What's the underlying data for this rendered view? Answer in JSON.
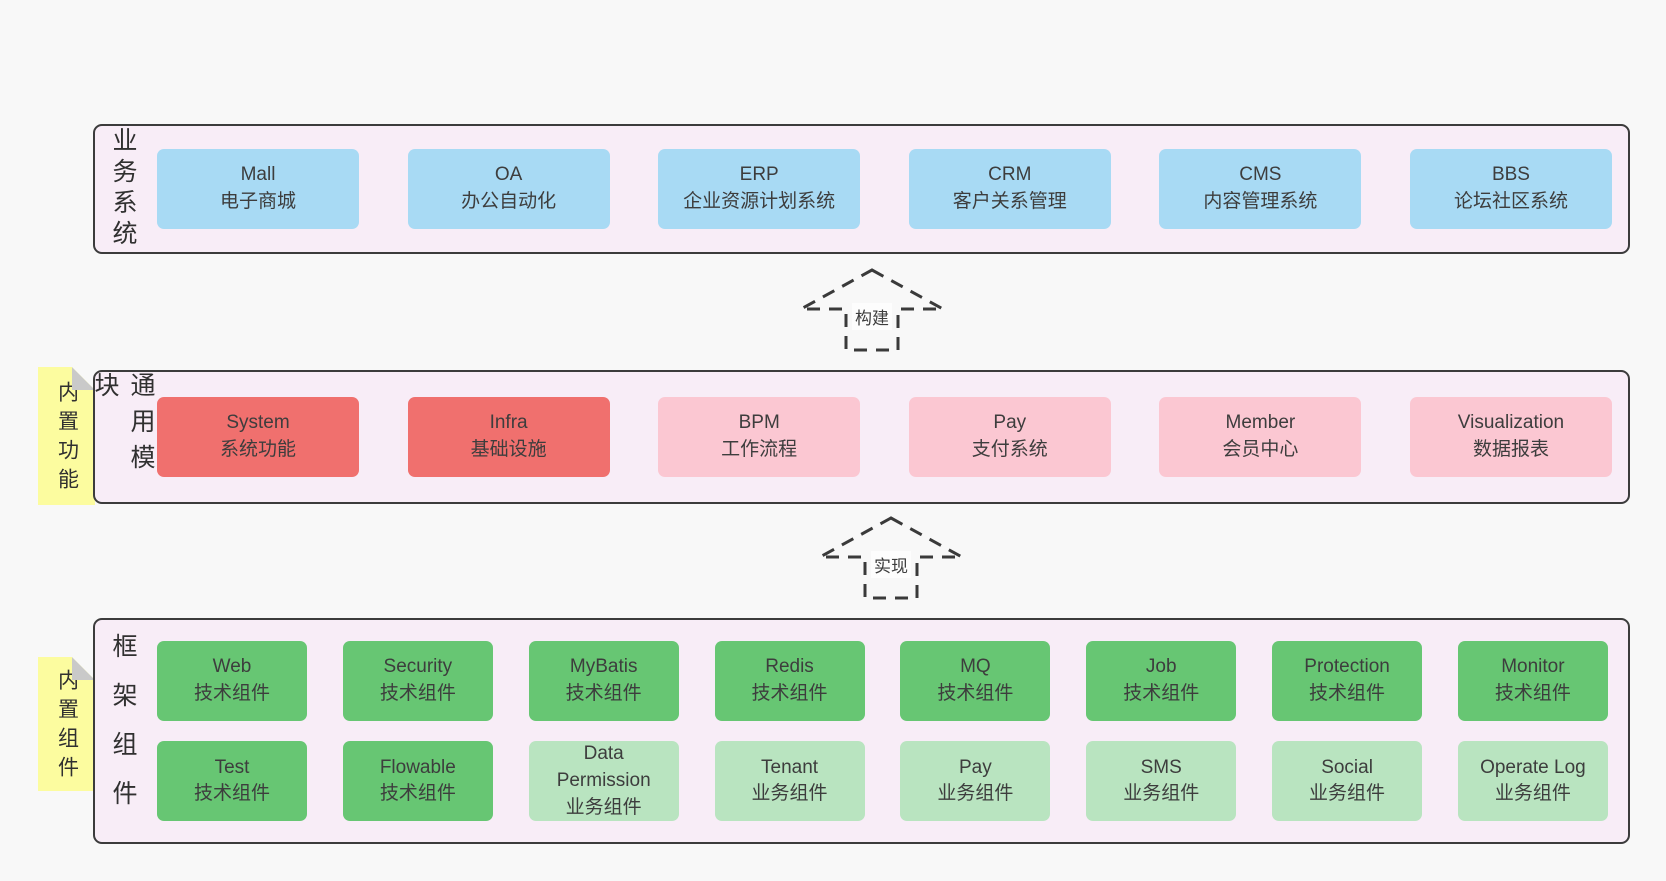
{
  "diagram": {
    "colors": {
      "page_bg": "#f8f8f8",
      "band_bg": "#f8edf7",
      "band_border": "#3c3c3c",
      "blue": "#a8daf4",
      "red": "#f0706e",
      "pink": "#fbc7d2",
      "green": "#67c673",
      "lightgreen": "#b9e4c0",
      "sticky_bg": "#fcfc9f",
      "sticky_fold": "#c9c9c9",
      "text": "#3d3d3d",
      "arrow": "#3a3a3a"
    },
    "arrows": [
      {
        "label": "构建"
      },
      {
        "label": "实现"
      }
    ],
    "bands": [
      {
        "name": "业务系统",
        "sticky": null,
        "rows": [
          [
            {
              "en": "Mall",
              "zh": "电子商城",
              "style": "blue"
            },
            {
              "en": "OA",
              "zh": "办公自动化",
              "style": "blue"
            },
            {
              "en": "ERP",
              "zh": "企业资源计划系统",
              "style": "blue"
            },
            {
              "en": "CRM",
              "zh": "客户关系管理",
              "style": "blue"
            },
            {
              "en": "CMS",
              "zh": "内容管理系统",
              "style": "blue"
            },
            {
              "en": "BBS",
              "zh": "论坛社区系统",
              "style": "blue"
            }
          ]
        ]
      },
      {
        "name": "通用模块",
        "sticky": "内置功能",
        "rows": [
          [
            {
              "en": "System",
              "zh": "系统功能",
              "style": "red"
            },
            {
              "en": "Infra",
              "zh": "基础设施",
              "style": "red"
            },
            {
              "en": "BPM",
              "zh": "工作流程",
              "style": "pink"
            },
            {
              "en": "Pay",
              "zh": "支付系统",
              "style": "pink"
            },
            {
              "en": "Member",
              "zh": "会员中心",
              "style": "pink"
            },
            {
              "en": "Visualization",
              "zh": "数据报表",
              "style": "pink"
            }
          ]
        ]
      },
      {
        "name": "框架组件",
        "sticky": "内置组件",
        "rows": [
          [
            {
              "en": "Web",
              "zh": "技术组件",
              "style": "green"
            },
            {
              "en": "Security",
              "zh": "技术组件",
              "style": "green"
            },
            {
              "en": "MyBatis",
              "zh": "技术组件",
              "style": "green"
            },
            {
              "en": "Redis",
              "zh": "技术组件",
              "style": "green"
            },
            {
              "en": "MQ",
              "zh": "技术组件",
              "style": "green"
            },
            {
              "en": "Job",
              "zh": "技术组件",
              "style": "green"
            },
            {
              "en": "Protection",
              "zh": "技术组件",
              "style": "green"
            },
            {
              "en": "Monitor",
              "zh": "技术组件",
              "style": "green"
            }
          ],
          [
            {
              "en": "Test",
              "zh": "技术组件",
              "style": "green"
            },
            {
              "en": "Flowable",
              "zh": "技术组件",
              "style": "green"
            },
            {
              "en": "Data Permission",
              "zh": "业务组件",
              "style": "lightgreen"
            },
            {
              "en": "Tenant",
              "zh": "业务组件",
              "style": "lightgreen"
            },
            {
              "en": "Pay",
              "zh": "业务组件",
              "style": "lightgreen"
            },
            {
              "en": "SMS",
              "zh": "业务组件",
              "style": "lightgreen"
            },
            {
              "en": "Social",
              "zh": "业务组件",
              "style": "lightgreen"
            },
            {
              "en": "Operate Log",
              "zh": "业务组件",
              "style": "lightgreen"
            }
          ]
        ]
      }
    ]
  }
}
